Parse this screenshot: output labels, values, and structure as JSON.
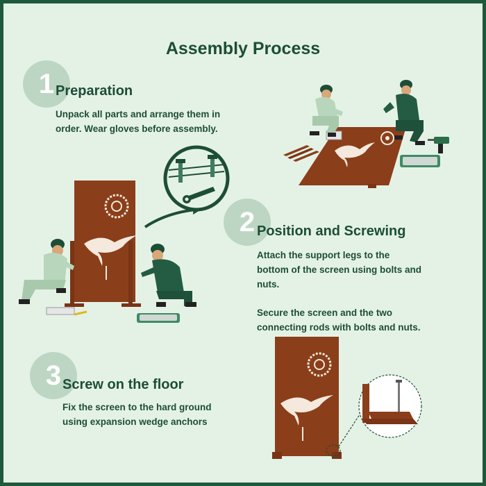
{
  "title": "Assembly Process",
  "colors": {
    "background": "#e4f2e6",
    "accent": "#1d4d36",
    "frame": "#1d5a3c",
    "corten": "#8a3e1a",
    "step_circle": "#bcd6c3"
  },
  "steps": [
    {
      "number": "1",
      "heading": "Preparation",
      "text": [
        "Unpack all parts and arrange them in",
        "order. Wear gloves before assembly."
      ]
    },
    {
      "number": "2",
      "heading": "Position and Screwing",
      "text": [
        "Attach the support legs to the",
        "bottom of the screen using bolts and",
        "nuts."
      ],
      "text2": [
        "Secure the screen and the two",
        "connecting rods with bolts and nuts."
      ]
    },
    {
      "number": "3",
      "heading": "Screw on the floor",
      "text": [
        "Fix the screen to the hard ground",
        "using expansion wedge anchors"
      ]
    }
  ],
  "icons": [
    "sun-motif-icon",
    "hummingbird-motif-icon",
    "bolt-icon",
    "wrench-icon",
    "drill-icon",
    "toolbox-icon",
    "anchor-icon"
  ]
}
